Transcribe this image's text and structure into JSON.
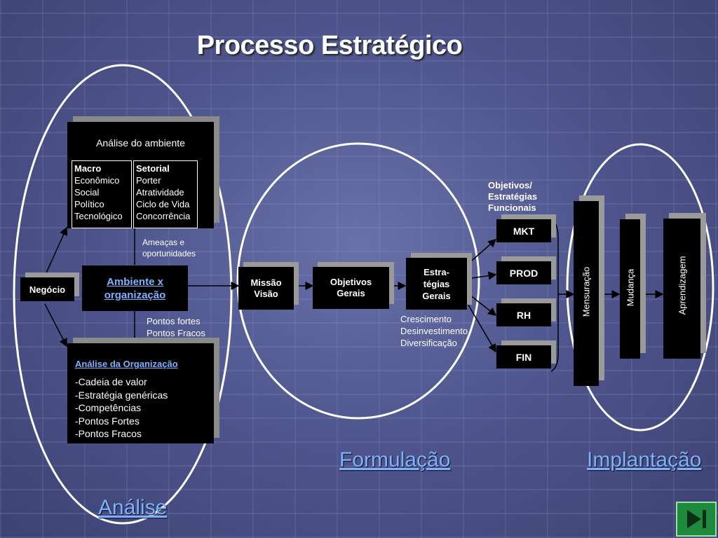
{
  "title": "Processo Estratégico",
  "analise_ambiente": {
    "title": "Análise do ambiente",
    "macro": {
      "header": "Macro",
      "items": [
        "Econômico",
        "Social",
        "Político",
        "Tecnológico"
      ]
    },
    "setorial": {
      "header": "Setorial",
      "items": [
        "Porter",
        "Atratividade",
        "Ciclo de Vida",
        "Concorrência"
      ]
    }
  },
  "ameacas_label": "Ameaças e oportunidades",
  "negocio_label": "Negócio",
  "ambiente_org_label": "Ambiente x organização",
  "pontos_label": [
    "Pontos fortes",
    "Pontos Fracos"
  ],
  "analise_org": {
    "title": "Análise da Organização",
    "items": [
      "-Cadeia de valor",
      "-Estratégia genéricas",
      "-Competências",
      "-Pontos Fortes",
      "-Pontos Fracos"
    ]
  },
  "missao_label": "Missão Visão",
  "objetivos_label": "Objetivos Gerais",
  "estrategias_label": "Estra-tégias Gerais",
  "growth_items": [
    "Crescimento",
    "Desinvestimento",
    "Diversificação"
  ],
  "funcionais_label": "Objetivos/ Estratégias Funcionais",
  "functions": [
    "MKT",
    "PROD",
    "RH",
    "FIN"
  ],
  "mensuracao_label": "Mensuração",
  "mudanca_label": "Mudança",
  "aprendizagem_label": "Aprendizagem",
  "links": {
    "analise": "Análise",
    "formulacao": "Formulação",
    "implantacao": "Implantação"
  }
}
